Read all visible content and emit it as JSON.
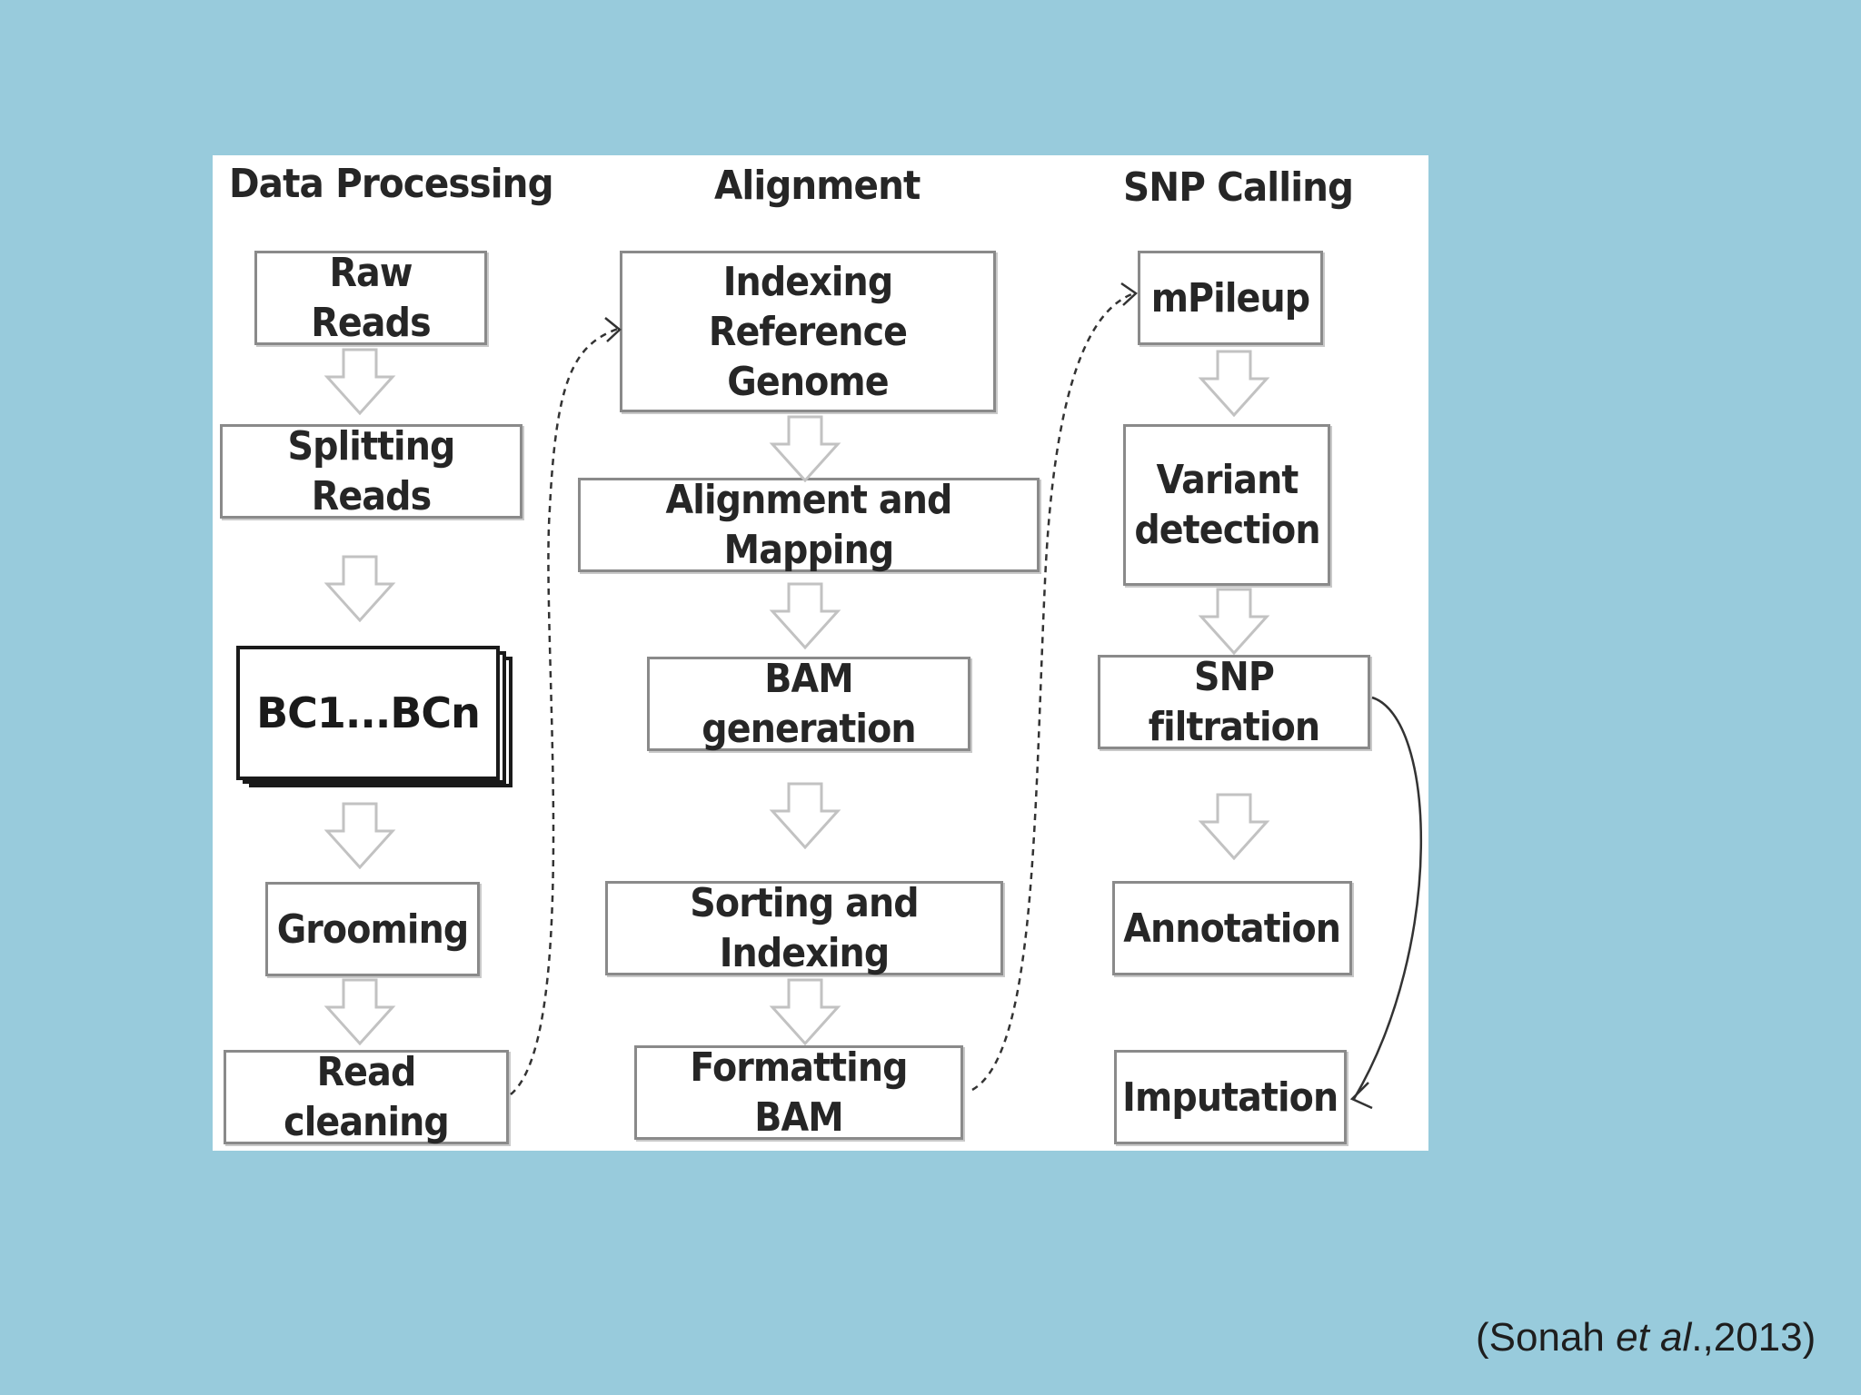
{
  "columns": {
    "data_processing": "Data Processing",
    "alignment": "Alignment",
    "snp_calling": "SNP Calling"
  },
  "data_processing_steps": {
    "raw_reads": "Raw Reads",
    "splitting_reads": "Splitting Reads",
    "barcodes": "BC1...BCn",
    "grooming": "Grooming",
    "read_cleaning": "Read cleaning"
  },
  "alignment_steps": {
    "indexing_reference": "Indexing\nReference Genome",
    "alignment_mapping": "Alignment and Mapping",
    "bam_generation": "BAM generation",
    "sorting_indexing": "Sorting and Indexing",
    "formatting_bam": "Formatting BAM"
  },
  "snp_calling_steps": {
    "mpileup": "mPileup",
    "variant_detection": "Variant\ndetection",
    "snp_filtration": "SNP filtration",
    "annotation": "Annotation",
    "imputation": "Imputation"
  },
  "citation": {
    "open": "(Sonah ",
    "italic": "et al",
    "close": ".,2013)"
  },
  "colors": {
    "background": "#98cbdc",
    "figure": "#ffffff",
    "box_border": "#8a8a8a",
    "text": "#262626"
  }
}
